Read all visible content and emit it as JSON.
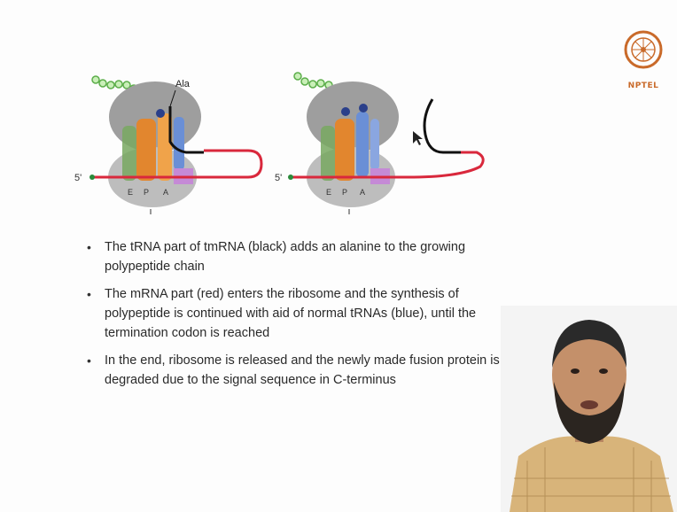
{
  "logo": {
    "name": "NPTEL",
    "icon": "nptel-emblem-icon"
  },
  "diagram": {
    "label_ala": "Ala",
    "label_5prime_left": "5'",
    "label_5prime_right": "5'",
    "site_labels": [
      "E",
      "P",
      "A"
    ],
    "colors": {
      "ribosome": "#bdbdbd",
      "polypeptide": "#8fd27a",
      "mrna": "#d9283c",
      "tmrna": "#111111",
      "trna_orange": "#e2862e",
      "trna_blue": "#6a8fd6",
      "trna_green": "#78a860",
      "site_purple": "#c58ad6"
    }
  },
  "bullets": [
    "The tRNA part of tmRNA (black) adds an alanine to the growing polypeptide chain",
    "The mRNA part (red) enters the ribosome and the synthesis of polypeptide is continued with aid of normal tRNAs (blue), until the termination codon is reached",
    "In the end, ribosome is released and the newly made fusion protein is degraded due to the signal sequence in C-terminus"
  ]
}
